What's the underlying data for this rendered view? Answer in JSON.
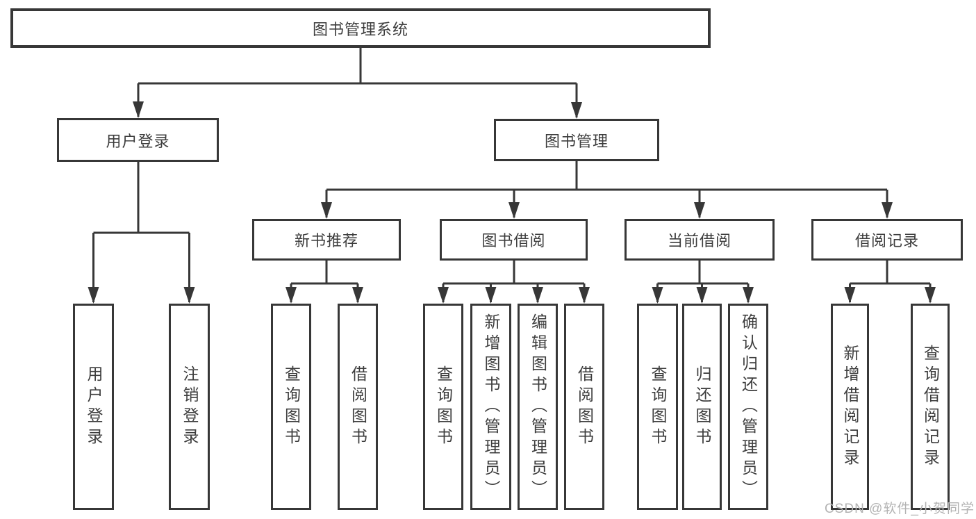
{
  "diagram": {
    "root": {
      "label": "图书管理系统"
    },
    "level2": [
      {
        "label": "用户登录"
      },
      {
        "label": "图书管理"
      }
    ],
    "level3": [
      {
        "label": "新书推荐"
      },
      {
        "label": "图书借阅"
      },
      {
        "label": "当前借阅"
      },
      {
        "label": "借阅记录"
      }
    ],
    "leaves": {
      "user_login": [
        {
          "label": "用户登录"
        },
        {
          "label": "注销登录"
        }
      ],
      "new_books": [
        {
          "label": "查询图书"
        },
        {
          "label": "借阅图书"
        }
      ],
      "book_borrow": [
        {
          "label": "查询图书"
        },
        {
          "label": "新增图书（管理员）"
        },
        {
          "label": "编辑图书（管理员）"
        },
        {
          "label": "借阅图书"
        }
      ],
      "current_borrow": [
        {
          "label": "查询图书"
        },
        {
          "label": "归还图书"
        },
        {
          "label": "确认归还（管理员）"
        }
      ],
      "borrow_records": [
        {
          "label": "新增借阅记录"
        },
        {
          "label": "查询借阅记录"
        }
      ]
    }
  },
  "watermark": {
    "text": "CSDN @软件_小贺同学"
  },
  "colors": {
    "line": "#373737",
    "box_border": "#373737",
    "text": "#3d3d3d",
    "watermark": "#b3b3b3",
    "background": "#ffffff"
  }
}
